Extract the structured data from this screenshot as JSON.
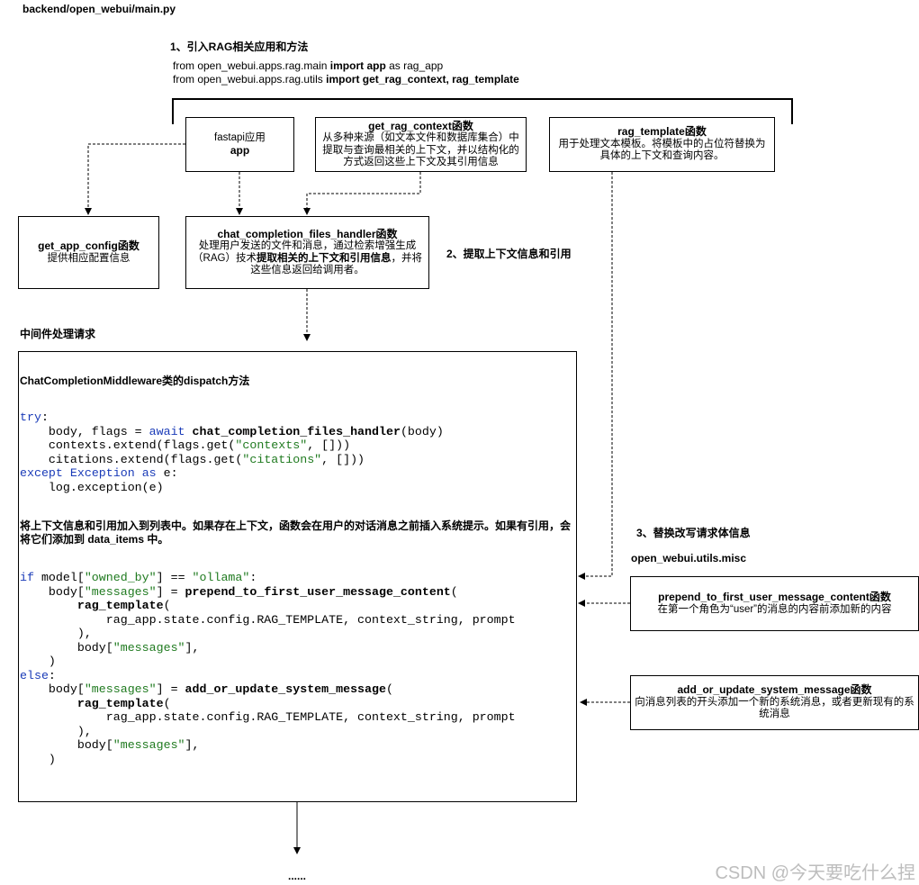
{
  "header": {
    "file_path": "backend/open_webui/main.py"
  },
  "step1": {
    "title": "1、引入RAG相关应用和方法",
    "import_line1_prefix": "from open_webui.apps.rag.main ",
    "import_line1_bold": "import app",
    "import_line1_suffix": " as rag_app",
    "import_line2_prefix": "from open_webui.apps.rag.utils ",
    "import_line2_bold": "import get_rag_context, rag_template"
  },
  "boxes": {
    "fastapi": {
      "line1": "fastapi应用",
      "line2": "app"
    },
    "get_rag_context": {
      "title": "get_rag_context函数",
      "desc": "从多种来源（如文本文件和数据库集合）中提取与查询最相关的上下文，并以结构化的方式返回这些上下文及其引用信息"
    },
    "rag_template": {
      "title": "rag_template函数",
      "desc": "用于处理文本模板。将模板中的占位符替换为具体的上下文和查询内容。"
    },
    "get_app_config": {
      "title": "get_app_config函数",
      "desc": "提供相应配置信息"
    },
    "chat_completion_files_handler": {
      "title": "chat_completion_files_handler函数",
      "desc_part1": "处理用户发送的文件和消息，通过检索增强生成（RAG）技术",
      "desc_bold": "提取相关的上下文和引用信息",
      "desc_part2": "，并将这些信息返回给调用者。"
    },
    "prepend": {
      "title": "prepend_to_first_user_message_content函数",
      "desc": "在第一个角色为“user”的消息的内容前添加新的内容"
    },
    "add_or_update": {
      "title": "add_or_update_system_message函数",
      "desc": "向消息列表的开头添加一个新的系统消息，或者更新现有的系统消息"
    }
  },
  "step2": {
    "title": "2、提取上下文信息和引用"
  },
  "middleware": {
    "section_label": "中间件处理请求",
    "title": "ChatCompletionMiddleware类的dispatch方法",
    "note": "将上下文信息和引用加入到列表中。如果存在上下文，函数会在用户的对话消息之前插入系统提示。如果有引用，会将它们添加到 data_items 中。"
  },
  "step3": {
    "title": "3、替换改写请求体信息",
    "module": "open_webui.utils.misc"
  },
  "code": {
    "kw_try": "try",
    "kw_await": "await",
    "kw_except": "except",
    "kw_exception": "Exception",
    "kw_as": "as",
    "kw_if": "if",
    "kw_else": "else",
    "fn_handler": "chat_completion_files_handler",
    "fn_prepend": "prepend_to_first_user_message_content",
    "fn_add": "add_or_update_system_message",
    "fn_rag_template": "rag_template",
    "str_contexts": "\"contexts\"",
    "str_citations": "\"citations\"",
    "str_owned_by": "\"owned_by\"",
    "str_ollama": "\"ollama\"",
    "str_messages": "\"messages\"",
    "line_body_flags": "    body, flags = ",
    "line_contexts_a": "    contexts.extend(flags.get(",
    "line_citations_a": "    citations.extend(flags.get(",
    "line_list_end": ", []))",
    "line_log": "    log.exception(e)",
    "line_if_model": " model[",
    "line_eq": "] == ",
    "line_body_open": "    body[",
    "line_assign": "] = ",
    "line_rag_args": "            rag_app.state.config.RAG_TEMPLATE, context_string, prompt",
    "line_close_paren_comma": "        ),",
    "line_body_messages_a": "        body[",
    "line_close_bracket_comma": "],",
    "line_close_paren": "    )"
  },
  "footer": {
    "ellipsis": "......",
    "watermark": "CSDN @今天要吃什么捏"
  }
}
